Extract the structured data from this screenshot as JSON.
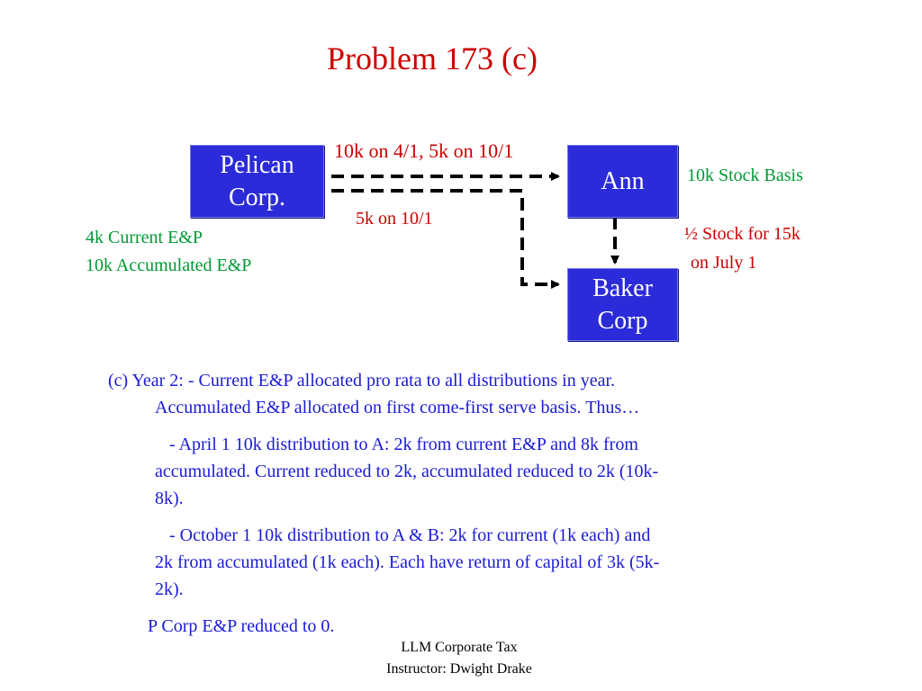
{
  "title": "Problem 173 (c)",
  "diagram": {
    "nodes": {
      "pelican": "Pelican\nCorp.",
      "ann": "Ann",
      "baker": "Baker\nCorp"
    },
    "labels": {
      "pelican_to_ann": "10k on 4/1, 5k on 10/1",
      "pelican_to_baker": "5k on 10/1",
      "ann_basis": "10k Stock Basis",
      "ann_to_baker_line1": "½ Stock for 15k",
      "ann_to_baker_line2": "on July 1",
      "pelican_current_ep": "4k Current E&P",
      "pelican_accumulated_ep": "10k Accumulated E&P"
    },
    "edges": [
      {
        "from": "pelican",
        "to": "ann",
        "style": "dashed"
      },
      {
        "from": "pelican",
        "to": "baker",
        "style": "dashed"
      },
      {
        "from": "ann",
        "to": "baker",
        "style": "dashed"
      }
    ],
    "colors": {
      "box_fill": "#2b2bd9",
      "title": "#cc0000",
      "green_text": "#009933",
      "body_text": "#1a1ad6"
    }
  },
  "body": {
    "para1_line1": "(c)  Year 2: -  Current E&P allocated pro rata to all distributions in year.",
    "para1_line2": "Accumulated E&P allocated on first come-first serve basis. Thus…",
    "para2_line1": "-  April 1 10k distribution to A: 2k from current E&P and 8k from",
    "para2_line2": "accumulated.  Current reduced to 2k, accumulated reduced to 2k (10k-",
    "para2_line3": "8k).",
    "para3_line1": "-  October 1 10k distribution to A & B:  2k for current (1k each) and",
    "para3_line2": "2k from accumulated (1k each).  Each have return of capital of 3k (5k-",
    "para3_line3": "2k).",
    "para4": "P Corp E&P reduced to 0."
  },
  "footer": {
    "line1": "LLM Corporate Tax",
    "line2": "Instructor: Dwight Drake"
  }
}
